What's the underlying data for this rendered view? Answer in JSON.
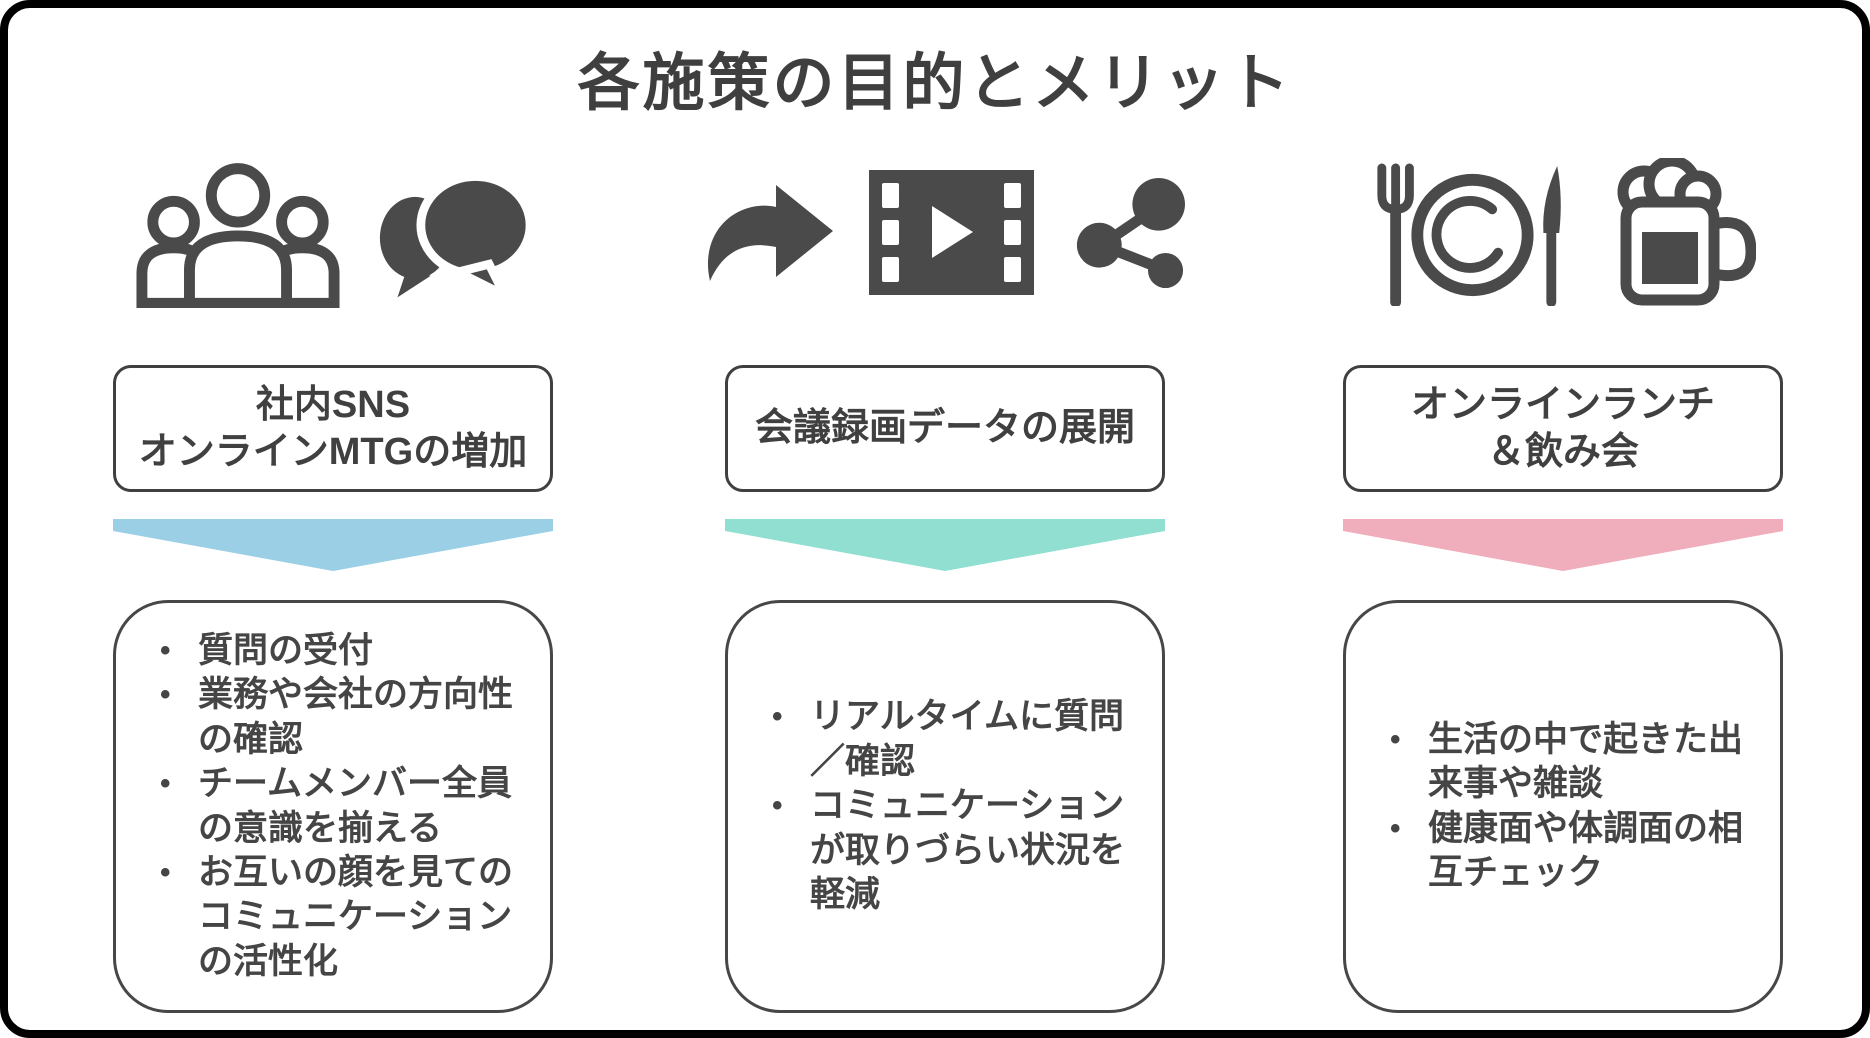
{
  "title": "各施策の目的とメリット",
  "colors": {
    "frame": "#000000",
    "text_gray": "#454545",
    "outline_gray": "#404040",
    "accent_blue": "#9BCFE6",
    "accent_teal": "#90DFD1",
    "accent_pink": "#F0ADBC"
  },
  "columns": [
    {
      "icons": [
        "people-group-icon",
        "chat-bubbles-icon"
      ],
      "header": "社内SNS\nオンラインMTGの増加",
      "ribbon_color": "#9BCFE6",
      "bullets": [
        "質問の受付",
        "業務や会社の方向性の確認",
        "チームメンバー全員の意識を揃える",
        "お互いの顔を見てのコミュニケーションの活性化"
      ]
    },
    {
      "icons": [
        "forward-arrow-icon",
        "film-play-icon",
        "share-nodes-icon"
      ],
      "header": "会議録画データの展開",
      "ribbon_color": "#90DFD1",
      "bullets": [
        "リアルタイムに質問／確認",
        "コミュニケーションが取りづらい状況を軽減"
      ]
    },
    {
      "icons": [
        "dining-icon",
        "beer-mug-icon"
      ],
      "header": "オンラインランチ\n＆飲み会",
      "ribbon_color": "#F0ADBC",
      "bullets": [
        "生活の中で起きた出来事や雑談",
        "健康面や体調面の相互チェック"
      ]
    }
  ]
}
